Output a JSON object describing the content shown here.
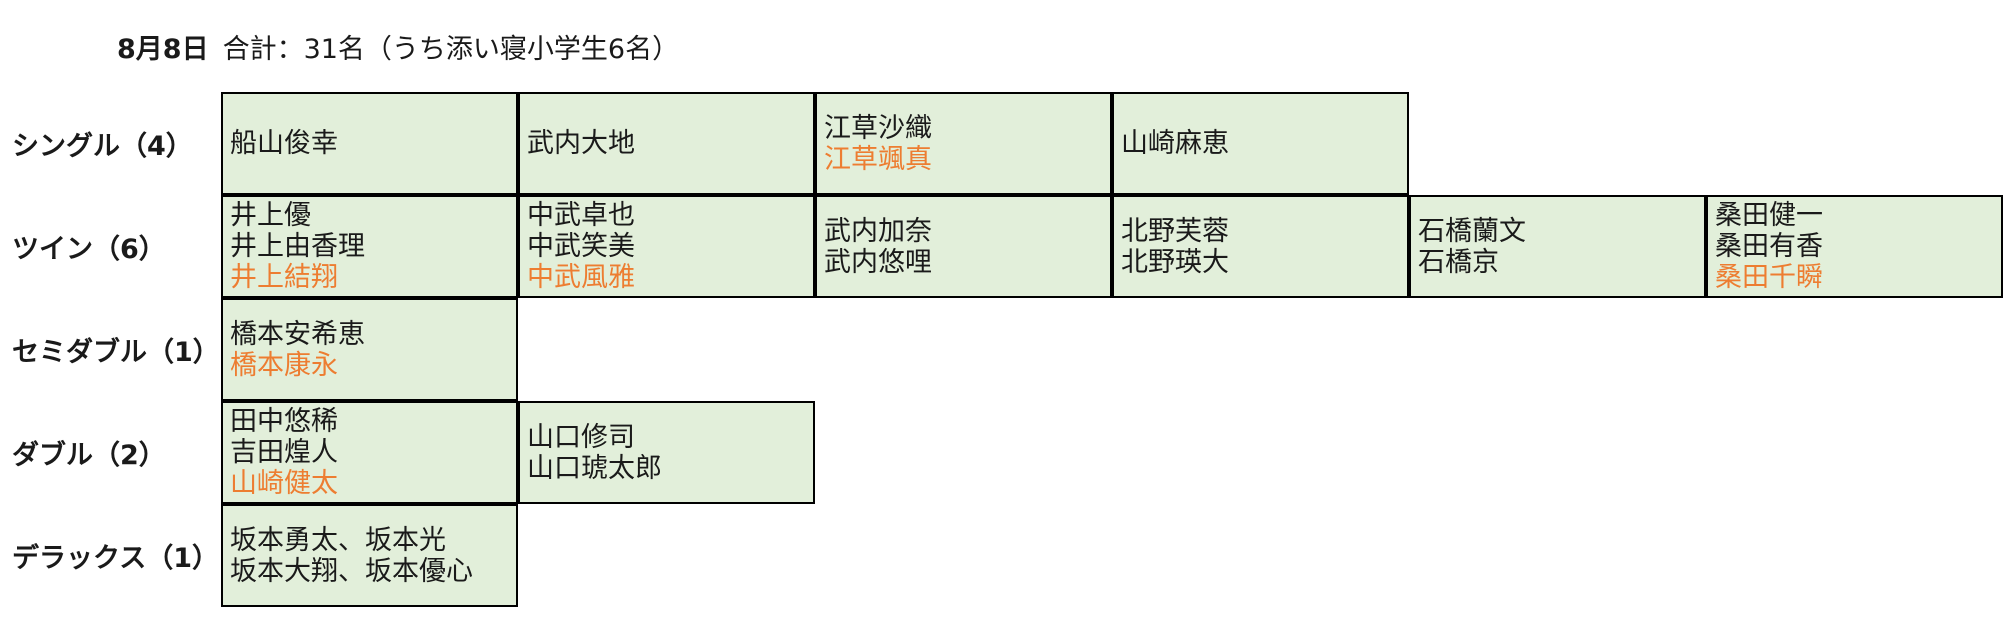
{
  "header": {
    "date": "8月8日",
    "summary": "合計：31名（うち添い寝小学生6名）"
  },
  "colors": {
    "cell_fill": "#e2efda",
    "child_text": "#ed7d31"
  },
  "rows": [
    {
      "label": "シングル（4）",
      "rooms": [
        {
          "names": [
            {
              "text": "船山俊幸",
              "child": false
            }
          ]
        },
        {
          "names": [
            {
              "text": "武内大地",
              "child": false
            }
          ]
        },
        {
          "names": [
            {
              "text": "江草沙織",
              "child": false
            },
            {
              "text": "江草颯真",
              "child": true
            }
          ]
        },
        {
          "names": [
            {
              "text": "山崎麻恵",
              "child": false
            }
          ]
        }
      ]
    },
    {
      "label": "ツイン（6）",
      "rooms": [
        {
          "names": [
            {
              "text": "井上優",
              "child": false
            },
            {
              "text": "井上由香理",
              "child": false
            },
            {
              "text": "井上結翔",
              "child": true
            }
          ]
        },
        {
          "names": [
            {
              "text": "中武卓也",
              "child": false
            },
            {
              "text": "中武笑美",
              "child": false
            },
            {
              "text": "中武風雅",
              "child": true
            }
          ]
        },
        {
          "names": [
            {
              "text": "武内加奈",
              "child": false
            },
            {
              "text": "武内悠哩",
              "child": false
            }
          ]
        },
        {
          "names": [
            {
              "text": "北野芙蓉",
              "child": false
            },
            {
              "text": "北野瑛大",
              "child": false
            }
          ]
        },
        {
          "names": [
            {
              "text": "石橋蘭文",
              "child": false
            },
            {
              "text": "石橋京",
              "child": false
            }
          ]
        },
        {
          "names": [
            {
              "text": "桑田健一",
              "child": false
            },
            {
              "text": "桑田有香",
              "child": false
            },
            {
              "text": "桑田千瞬",
              "child": true
            }
          ]
        }
      ]
    },
    {
      "label": "セミダブル（1）",
      "rooms": [
        {
          "names": [
            {
              "text": "橋本安希恵",
              "child": false
            },
            {
              "text": "橋本康永",
              "child": true
            }
          ]
        }
      ]
    },
    {
      "label": "ダブル（2）",
      "rooms": [
        {
          "names": [
            {
              "text": "田中悠稀",
              "child": false
            },
            {
              "text": "吉田煌人",
              "child": false
            },
            {
              "text": "山崎健太",
              "child": true
            }
          ]
        },
        {
          "names": [
            {
              "text": "山口修司",
              "child": false
            },
            {
              "text": "山口琥太郎",
              "child": false
            }
          ]
        }
      ]
    },
    {
      "label": "デラックス（1）",
      "rooms": [
        {
          "names": [
            {
              "text": "坂本勇太、坂本光",
              "child": false
            },
            {
              "text": "坂本大翔、坂本優心",
              "child": false
            }
          ]
        }
      ]
    }
  ]
}
